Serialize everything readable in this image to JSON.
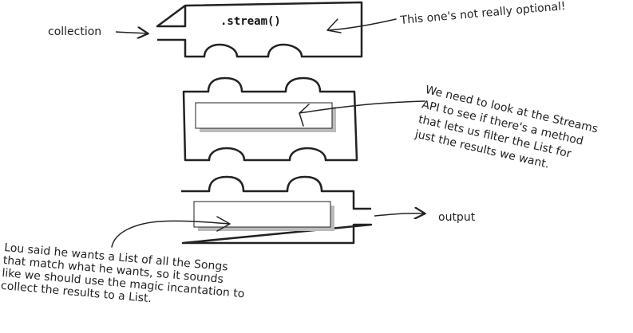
{
  "labels": {
    "collection": "collection",
    "stream_method": ".stream()",
    "output": "output"
  },
  "annotations": {
    "optional": "This one's not really optional!",
    "streams_api": "We need to look at the Streams\nAPI to see if there's a method\nthat lets us filter the List for\njust the results we want.",
    "lou_said": "Lou said he wants a List of all the Songs\nthat match what he wants, so it sounds\nlike we should use the magic incantation to\ncollect the results to a List."
  },
  "colors": {
    "stroke": "#222222",
    "slot_fill": "#ffffff",
    "slot_shadow": "#bbbbbb"
  }
}
